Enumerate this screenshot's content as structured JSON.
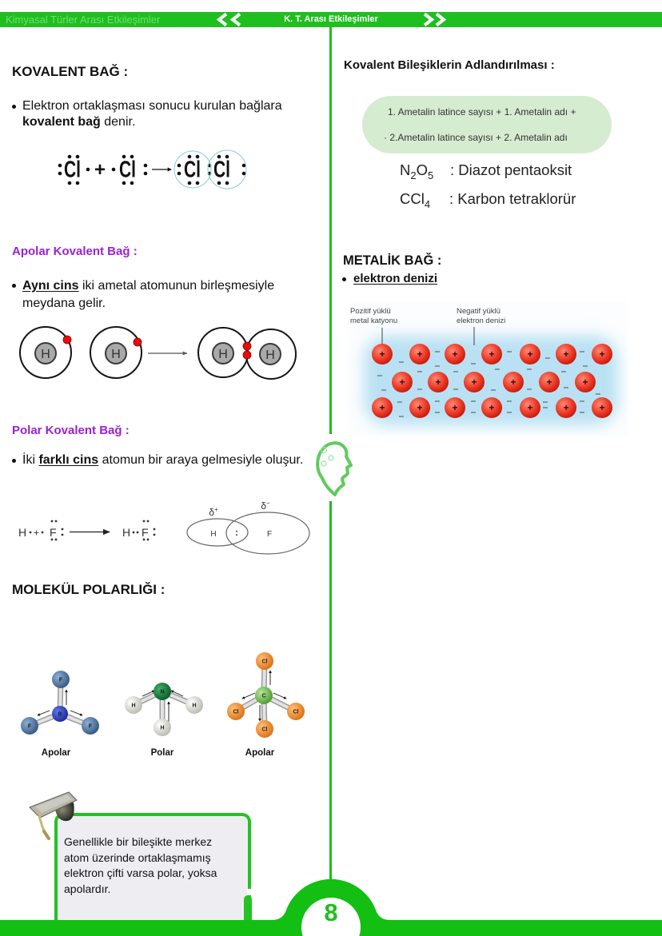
{
  "header": {
    "left_title": "Kimyasal Türler Arası Etkileşimler",
    "center_title": "K. T. Arası Etkileşimler",
    "icons": {
      "prev": "double-chevron-left-icon",
      "next": "double-chevron-right-icon"
    }
  },
  "left_column": {
    "covalent_bond": {
      "title": "KOVALENT BAĞ :",
      "bullet": {
        "text_1": "Elektron ortaklaşması sonucu kurulan bağlara",
        "bold": "kovalent bağ",
        "text_2": " denir."
      },
      "equation": {
        "atom": "Cl",
        "plus": "+"
      }
    },
    "nonpolar_covalent": {
      "title": "Apolar Kovalent Bağ :",
      "bullet": {
        "underlined": "Aynı cins",
        "text_1": " iki ametal atomunun birleşmesiyle",
        "text_2": "meydana gelir."
      },
      "diagram": {
        "atom": "H"
      }
    },
    "polar_covalent": {
      "title": "Polar Kovalent Bağ :",
      "bullet": {
        "prefix": "İki ",
        "underlined": "farklı cins",
        "text": " atomun bir araya gelmesiyle oluşur."
      },
      "lewis": {
        "atom_1": "H",
        "atom_2": "F",
        "plus": "+"
      },
      "partial_charge": {
        "atom_1": "H",
        "atom_2": "F",
        "shared_pair": ":",
        "delta": "δ",
        "plus": "+",
        "minus": "−"
      }
    },
    "molecular_polarity": {
      "title": "MOLEKÜL POLARLIĞI :",
      "molecules": [
        {
          "central": "B",
          "outer": "F",
          "label": "Apolar"
        },
        {
          "central": "N",
          "outer": "H",
          "label": "Polar"
        },
        {
          "central": "C",
          "outer": "Cl",
          "label": "Apolar"
        }
      ]
    },
    "note": {
      "icon": "graduation-cap-icon",
      "lines": [
        "Genellikle bir bileşikte merkez",
        "atom üzerinde ortaklaşmamış",
        "elektron çifti varsa polar, yoksa",
        "apolardır."
      ]
    }
  },
  "right_column": {
    "naming": {
      "title": "Kovalent Bileşiklerin Adlandırılması :",
      "rule_line_1": "1. Ametalin latince sayısı + 1. Ametalin adı +",
      "rule_line_2": "· 2.Ametalin latince sayısı + 2. Ametalin adı",
      "examples": [
        {
          "formula_1": "N",
          "sub_1": "2",
          "formula_2": "O",
          "sub_2": "5",
          "name": ": Diazot pentaoksit"
        },
        {
          "formula_1": "CCl",
          "sub_1": "4",
          "formula_2": "",
          "sub_2": "",
          "name": ": Karbon tetraklorür"
        }
      ]
    },
    "metallic_bond": {
      "title": "METALİK BAĞ :",
      "bullet": "elektron denizi",
      "figure": {
        "label_cation": [
          "Pozitif yüklü",
          "metal katyonu"
        ],
        "label_electrons": [
          "Negatif yüklü",
          "elektron denizi"
        ],
        "ion_sign": "+"
      }
    }
  },
  "footer": {
    "page_number": "8"
  },
  "colors": {
    "green": "#1fbf1f",
    "purple": "#9b21d1",
    "pill": "#d5ecd1",
    "note_bg": "#eeeef2",
    "ion_red": "#e2281a"
  }
}
